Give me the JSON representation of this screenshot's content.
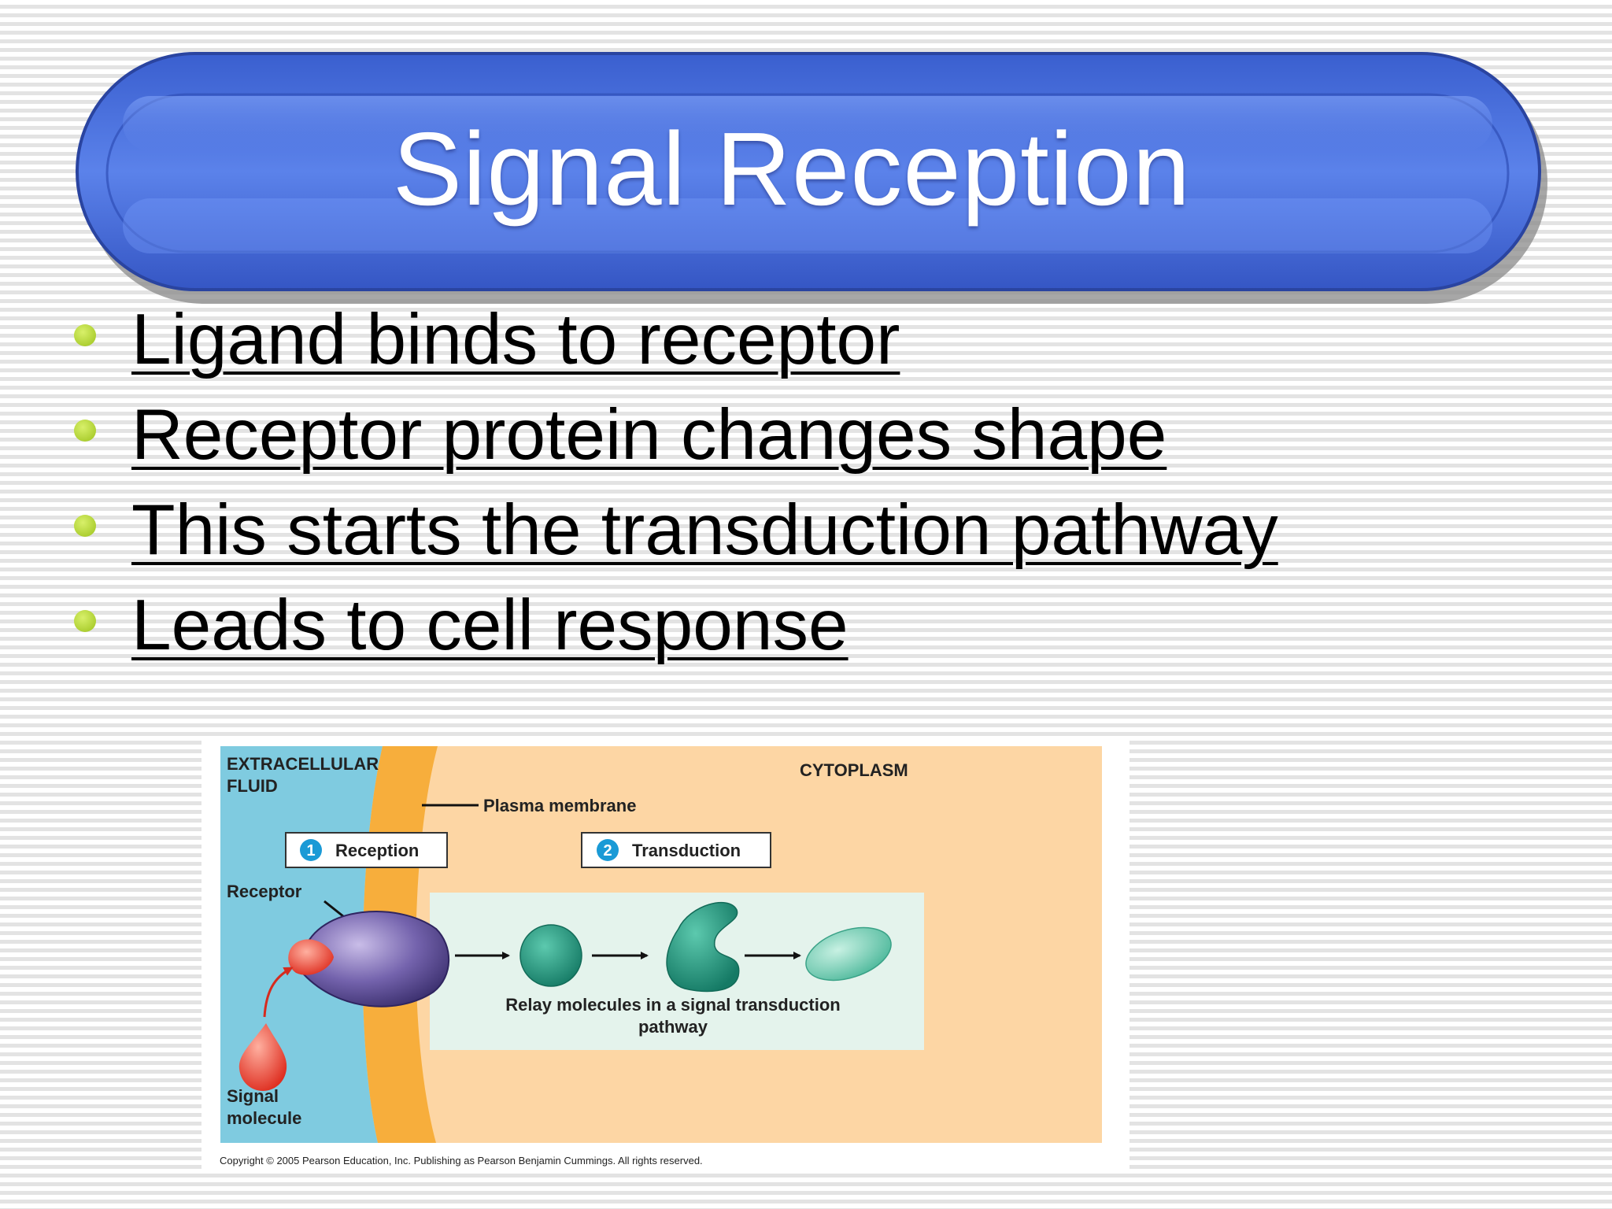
{
  "title": "Signal Reception",
  "bullets": [
    {
      "text": "Ligand binds to receptor "
    },
    {
      "text": "Receptor protein changes shape"
    },
    {
      "text": "This starts the transduction pathway"
    },
    {
      "text": "Leads to cell response"
    }
  ],
  "figure": {
    "extracellular_line1": "EXTRACELLULAR",
    "extracellular_line2": "FLUID",
    "cytoplasm": "CYTOPLASM",
    "plasma_membrane": "Plasma membrane",
    "step1": {
      "number": "1",
      "label": "Reception"
    },
    "step2": {
      "number": "2",
      "label": "Transduction"
    },
    "receptor": "Receptor",
    "signal_line1": "Signal",
    "signal_line2": "molecule",
    "relay_line1": "Relay molecules in a signal transduction",
    "relay_line2": "pathway",
    "copyright": "Copyright © 2005 Pearson Education, Inc. Publishing as Pearson Benjamin Cummings. All rights reserved."
  },
  "colors": {
    "title_pill": "#4a72e0",
    "bullet": "#a6c92a",
    "extracellular": "#7fcbe0",
    "membrane": "#f7ae3c",
    "cytoplasm": "#fdd6a4",
    "relay_panel": "#e4f3ec",
    "relay_molecule": "#2a9c84",
    "receptor": "#6f5ea6",
    "signal_molecule": "#e8392c"
  }
}
